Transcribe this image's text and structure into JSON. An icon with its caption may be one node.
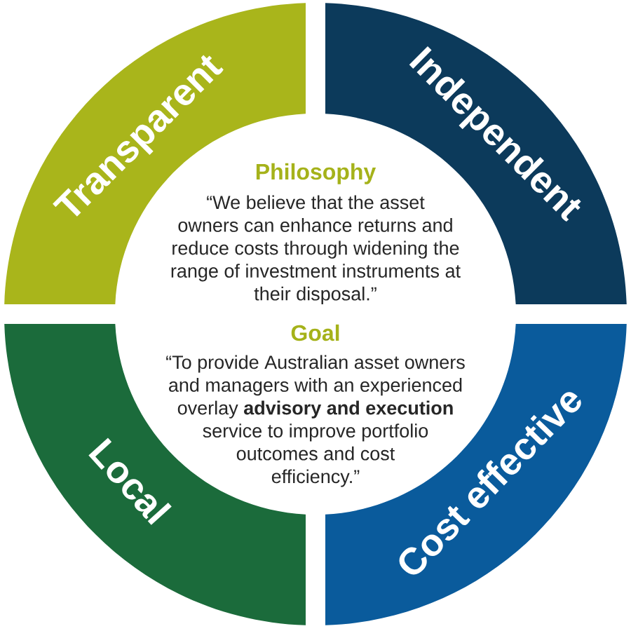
{
  "diagram": {
    "nodes": [
      {
        "text": [
          "Transparent"
        ]
      },
      {
        "text": [
          "Independent"
        ]
      },
      {
        "text": [
          "Local"
        ]
      },
      {
        "text": [
          "Cost effective"
        ]
      }
    ],
    "labels": [
      "Philosophy",
      "“We believe that the asset owners can enhance returns and reduce costs through widening the range of investment instruments at their disposal.”",
      "Goal",
      "“To provide Australian asset owners and managers with an experienced overlay **advisory and execution** service to improve portfolio outcomes and cost efficiency.”"
    ]
  }
}
